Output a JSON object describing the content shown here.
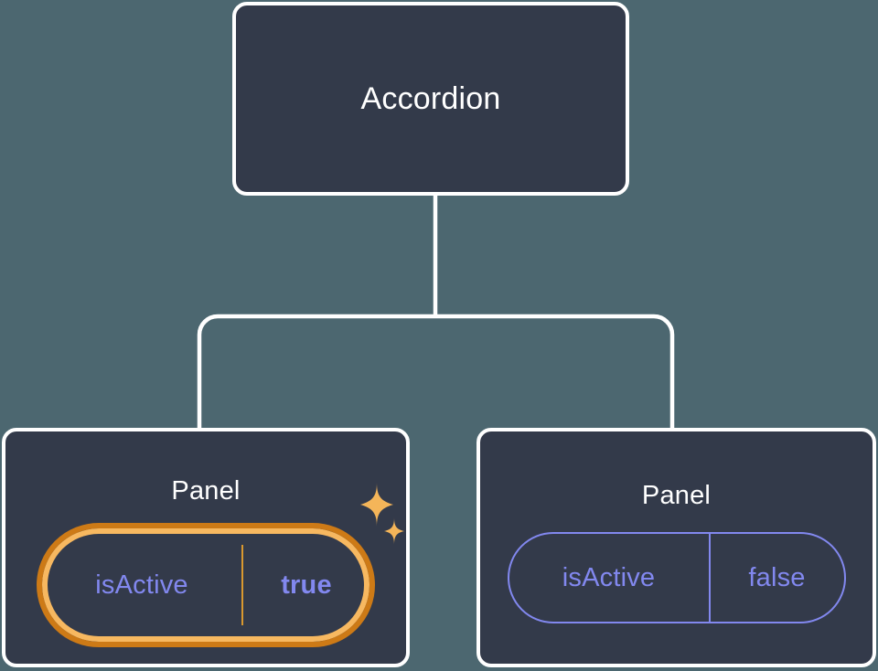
{
  "diagram": {
    "type": "component-tree",
    "background_color": "#4c6770",
    "node_fill": "#333a4a",
    "node_border": "#ffffff",
    "connector_color": "#ffffff",
    "accent_highlight": "#f7b860",
    "accent_highlight_outer": "#cd7a16",
    "prop_text_color": "#8288ef"
  },
  "root": {
    "title": "Accordion"
  },
  "children": [
    {
      "title": "Panel",
      "highlighted": true,
      "prop": {
        "key": "isActive",
        "value": "true"
      },
      "sparkle_icons": [
        "sparkle-large-icon",
        "sparkle-small-icon"
      ]
    },
    {
      "title": "Panel",
      "highlighted": false,
      "prop": {
        "key": "isActive",
        "value": "false"
      }
    }
  ]
}
